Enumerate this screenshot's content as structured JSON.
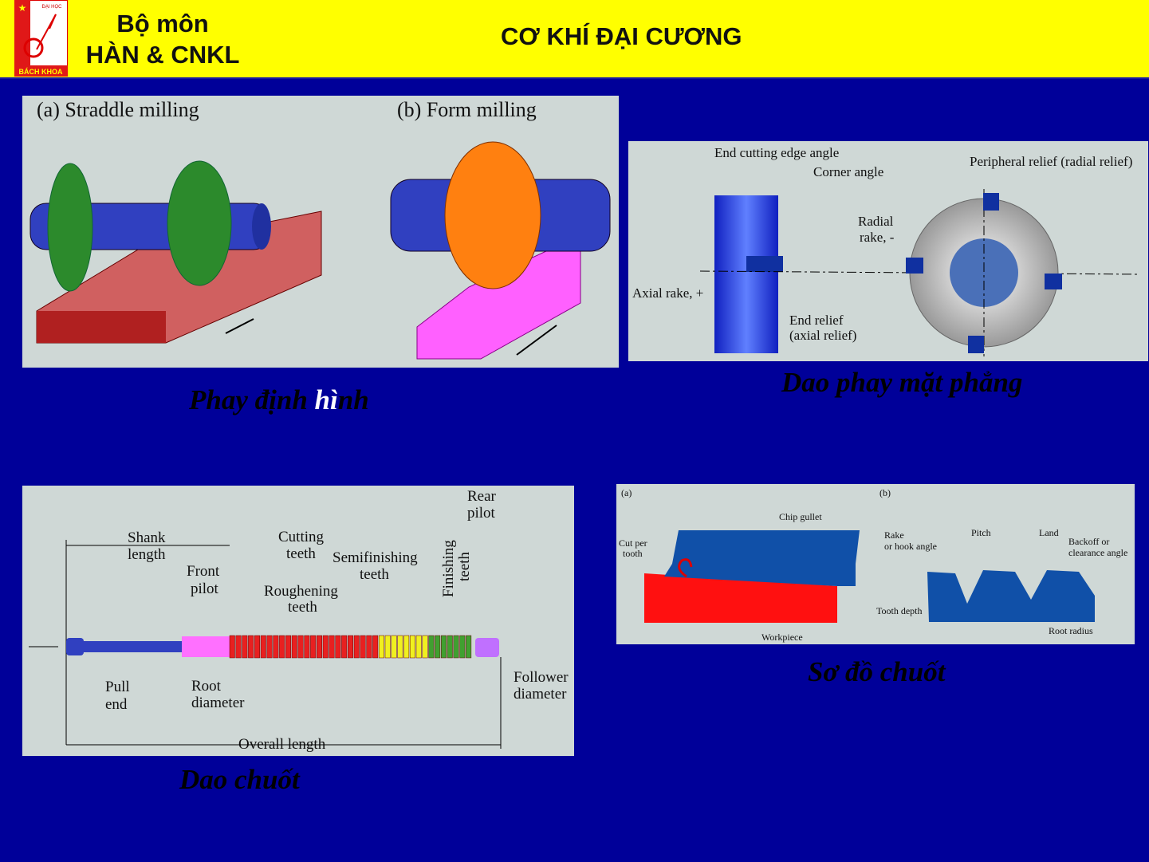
{
  "header": {
    "logo": {
      "top_text": "ĐẠI HỌC",
      "bottom_text": "BÁCH KHOA"
    },
    "dept_line1": "Bộ môn",
    "dept_line2": "HÀN & CNKL",
    "title": "CƠ KHÍ ĐẠI CƯƠNG"
  },
  "colors": {
    "background": "#000099",
    "header": "#ffff00",
    "panel": "#cfd8d6"
  },
  "figures": {
    "milling": {
      "label_a": "(a) Straddle milling",
      "label_b": "(b) Form milling"
    },
    "face_mill": {
      "end_cutting_edge_angle": "End cutting edge angle",
      "corner_angle": "Corner angle",
      "peripheral_relief": "Peripheral relief (radial relief)",
      "radial": "Radial",
      "rake_minus": "rake, -",
      "axial_rake": "Axial rake, +",
      "end_relief": "End relief",
      "axial_relief": "(axial relief)"
    },
    "broach": {
      "rear": "Rear",
      "pilot": "pilot",
      "shank": "Shank",
      "length": "length",
      "cutting": "Cutting",
      "teeth": "teeth",
      "semifinishing": "Semifinishing",
      "front": "Front",
      "roughening": "Roughening",
      "finishing": "Finishing",
      "pull": "Pull",
      "end": "end",
      "root": "Root",
      "diameter": "diameter",
      "follower": "Follower",
      "overall_length": "Overall length"
    },
    "broaching": {
      "a": "(a)",
      "b": "(b)",
      "chip_gullet": "Chip gullet",
      "cut_per": "Cut per",
      "tooth": "tooth",
      "workpiece": "Workpiece",
      "rake": "Rake",
      "hook_angle": "or hook angle",
      "pitch": "Pitch",
      "land": "Land",
      "backoff": "Backoff or",
      "clearance": "clearance angle",
      "tooth_depth": "Tooth depth",
      "root_radius": "Root radius"
    }
  },
  "captions": {
    "phay_pre": "Phay định ",
    "phay_hl": "hì",
    "phay_post": "nh",
    "dao_phay": "Dao phay mặt phẳng",
    "dao_chuot": "Dao chuốt",
    "so_do": "Sơ đồ chuốt"
  }
}
